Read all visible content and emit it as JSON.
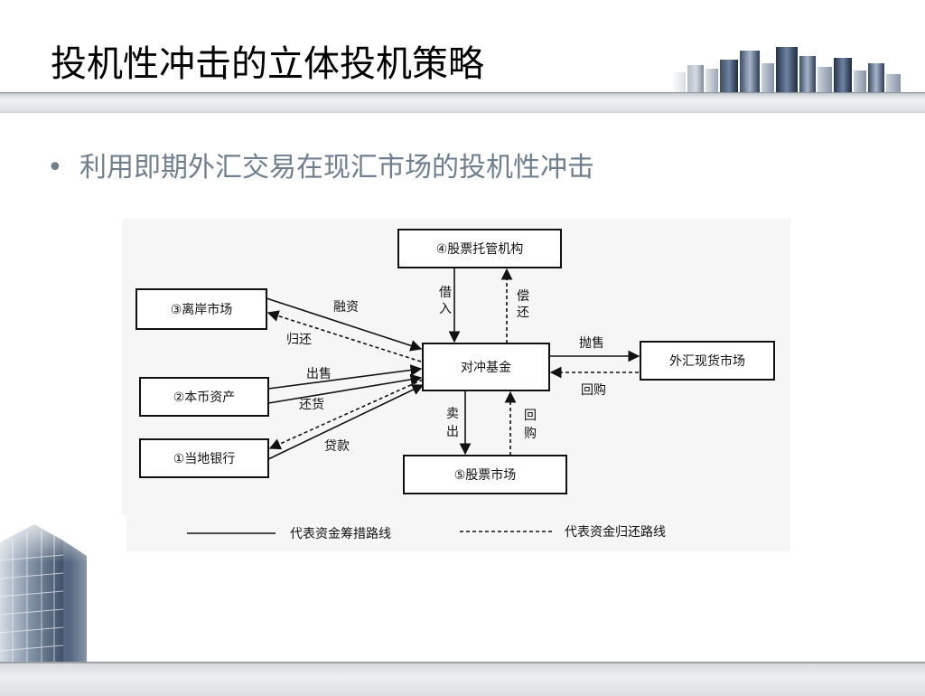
{
  "slide": {
    "title": "投机性冲击的立体投机策略",
    "bullet": "利用即期外汇交易在现汇市场的投机性冲击",
    "bullet_marker": "•"
  },
  "diagram": {
    "nodes": {
      "center": "对冲基金",
      "stock_custody": "④股票托管机构",
      "offshore_market": "③离岸市场",
      "local_assets": "②本币资产",
      "local_bank": "①当地银行",
      "stock_market": "⑤股票市场",
      "fx_spot_market": "外汇现货市场"
    },
    "edge_labels": {
      "financing": "融资",
      "return_offshore": "归还",
      "sell_assets": "出售",
      "repay": "还货",
      "loan": "贷款",
      "borrow_1": "借",
      "borrow_2": "入",
      "repay_custody_1": "偿",
      "repay_custody_2": "还",
      "sell_fx": "抛售",
      "buyback_fx": "回购",
      "sell_stock_1": "卖",
      "sell_stock_2": "出",
      "buyback_stock_1": "回",
      "buyback_stock_2": "购"
    },
    "legend": {
      "solid": "代表资金筹措路线",
      "dashed": "代表资金归还路线"
    }
  }
}
